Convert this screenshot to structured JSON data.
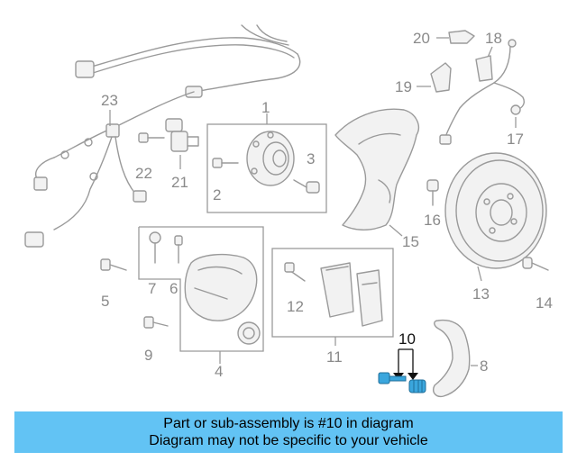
{
  "diagram": {
    "labels": {
      "p1": "1",
      "p2": "2",
      "p3": "3",
      "p4": "4",
      "p5": "5",
      "p6": "6",
      "p7": "7",
      "p8": "8",
      "p9": "9",
      "p10": "10",
      "p11": "11",
      "p12": "12",
      "p13": "13",
      "p14": "14",
      "p15": "15",
      "p16": "16",
      "p17": "17",
      "p18": "18",
      "p19": "19",
      "p20": "20",
      "p21": "21",
      "p22": "22",
      "p23": "23"
    },
    "highlight_color": "#3aa6dd",
    "part_color": "#9a9a9a"
  },
  "caption": {
    "line1": "Part or sub-assembly is #10 in diagram",
    "line2": "Diagram may not be specific to your vehicle",
    "background": "#62c3f4"
  }
}
